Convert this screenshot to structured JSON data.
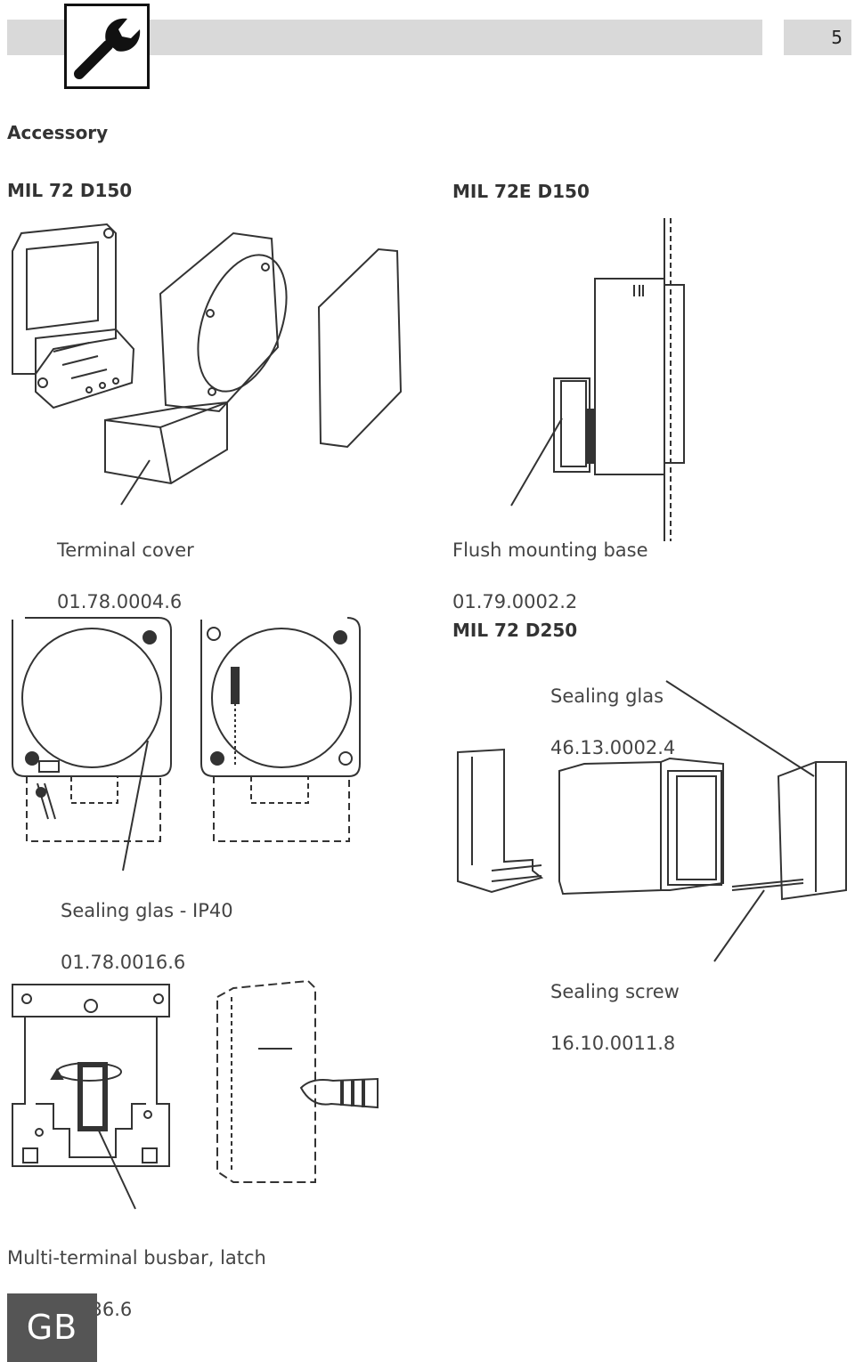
{
  "header": {
    "page_number": "5"
  },
  "section": {
    "title": "Accessory"
  },
  "products": {
    "mil72_d150": "MIL 72 D150",
    "mil72e_d150": "MIL 72E D150",
    "mil72_d250": "MIL 72 D250"
  },
  "accessories": {
    "terminal_cover": {
      "name": "Terminal cover",
      "code": "01.78.0004.6"
    },
    "flush_mounting_base": {
      "name": "Flush mounting base",
      "code": "01.79.0002.2"
    },
    "sealing_glas_d250": {
      "name": "Sealing glas",
      "code": "46.13.0002.4"
    },
    "sealing_glas_ip40": {
      "name": "Sealing glas - IP40",
      "code": "01.78.0016.6"
    },
    "sealing_screw": {
      "name": "Sealing screw",
      "code": "16.10.0011.8"
    },
    "multi_terminal_busbar": {
      "name": "Multi-terminal busbar, latch",
      "code": "01.78.0036.6"
    }
  },
  "footer": {
    "language": "GB"
  },
  "icons": {
    "header": "wrench-icon"
  }
}
